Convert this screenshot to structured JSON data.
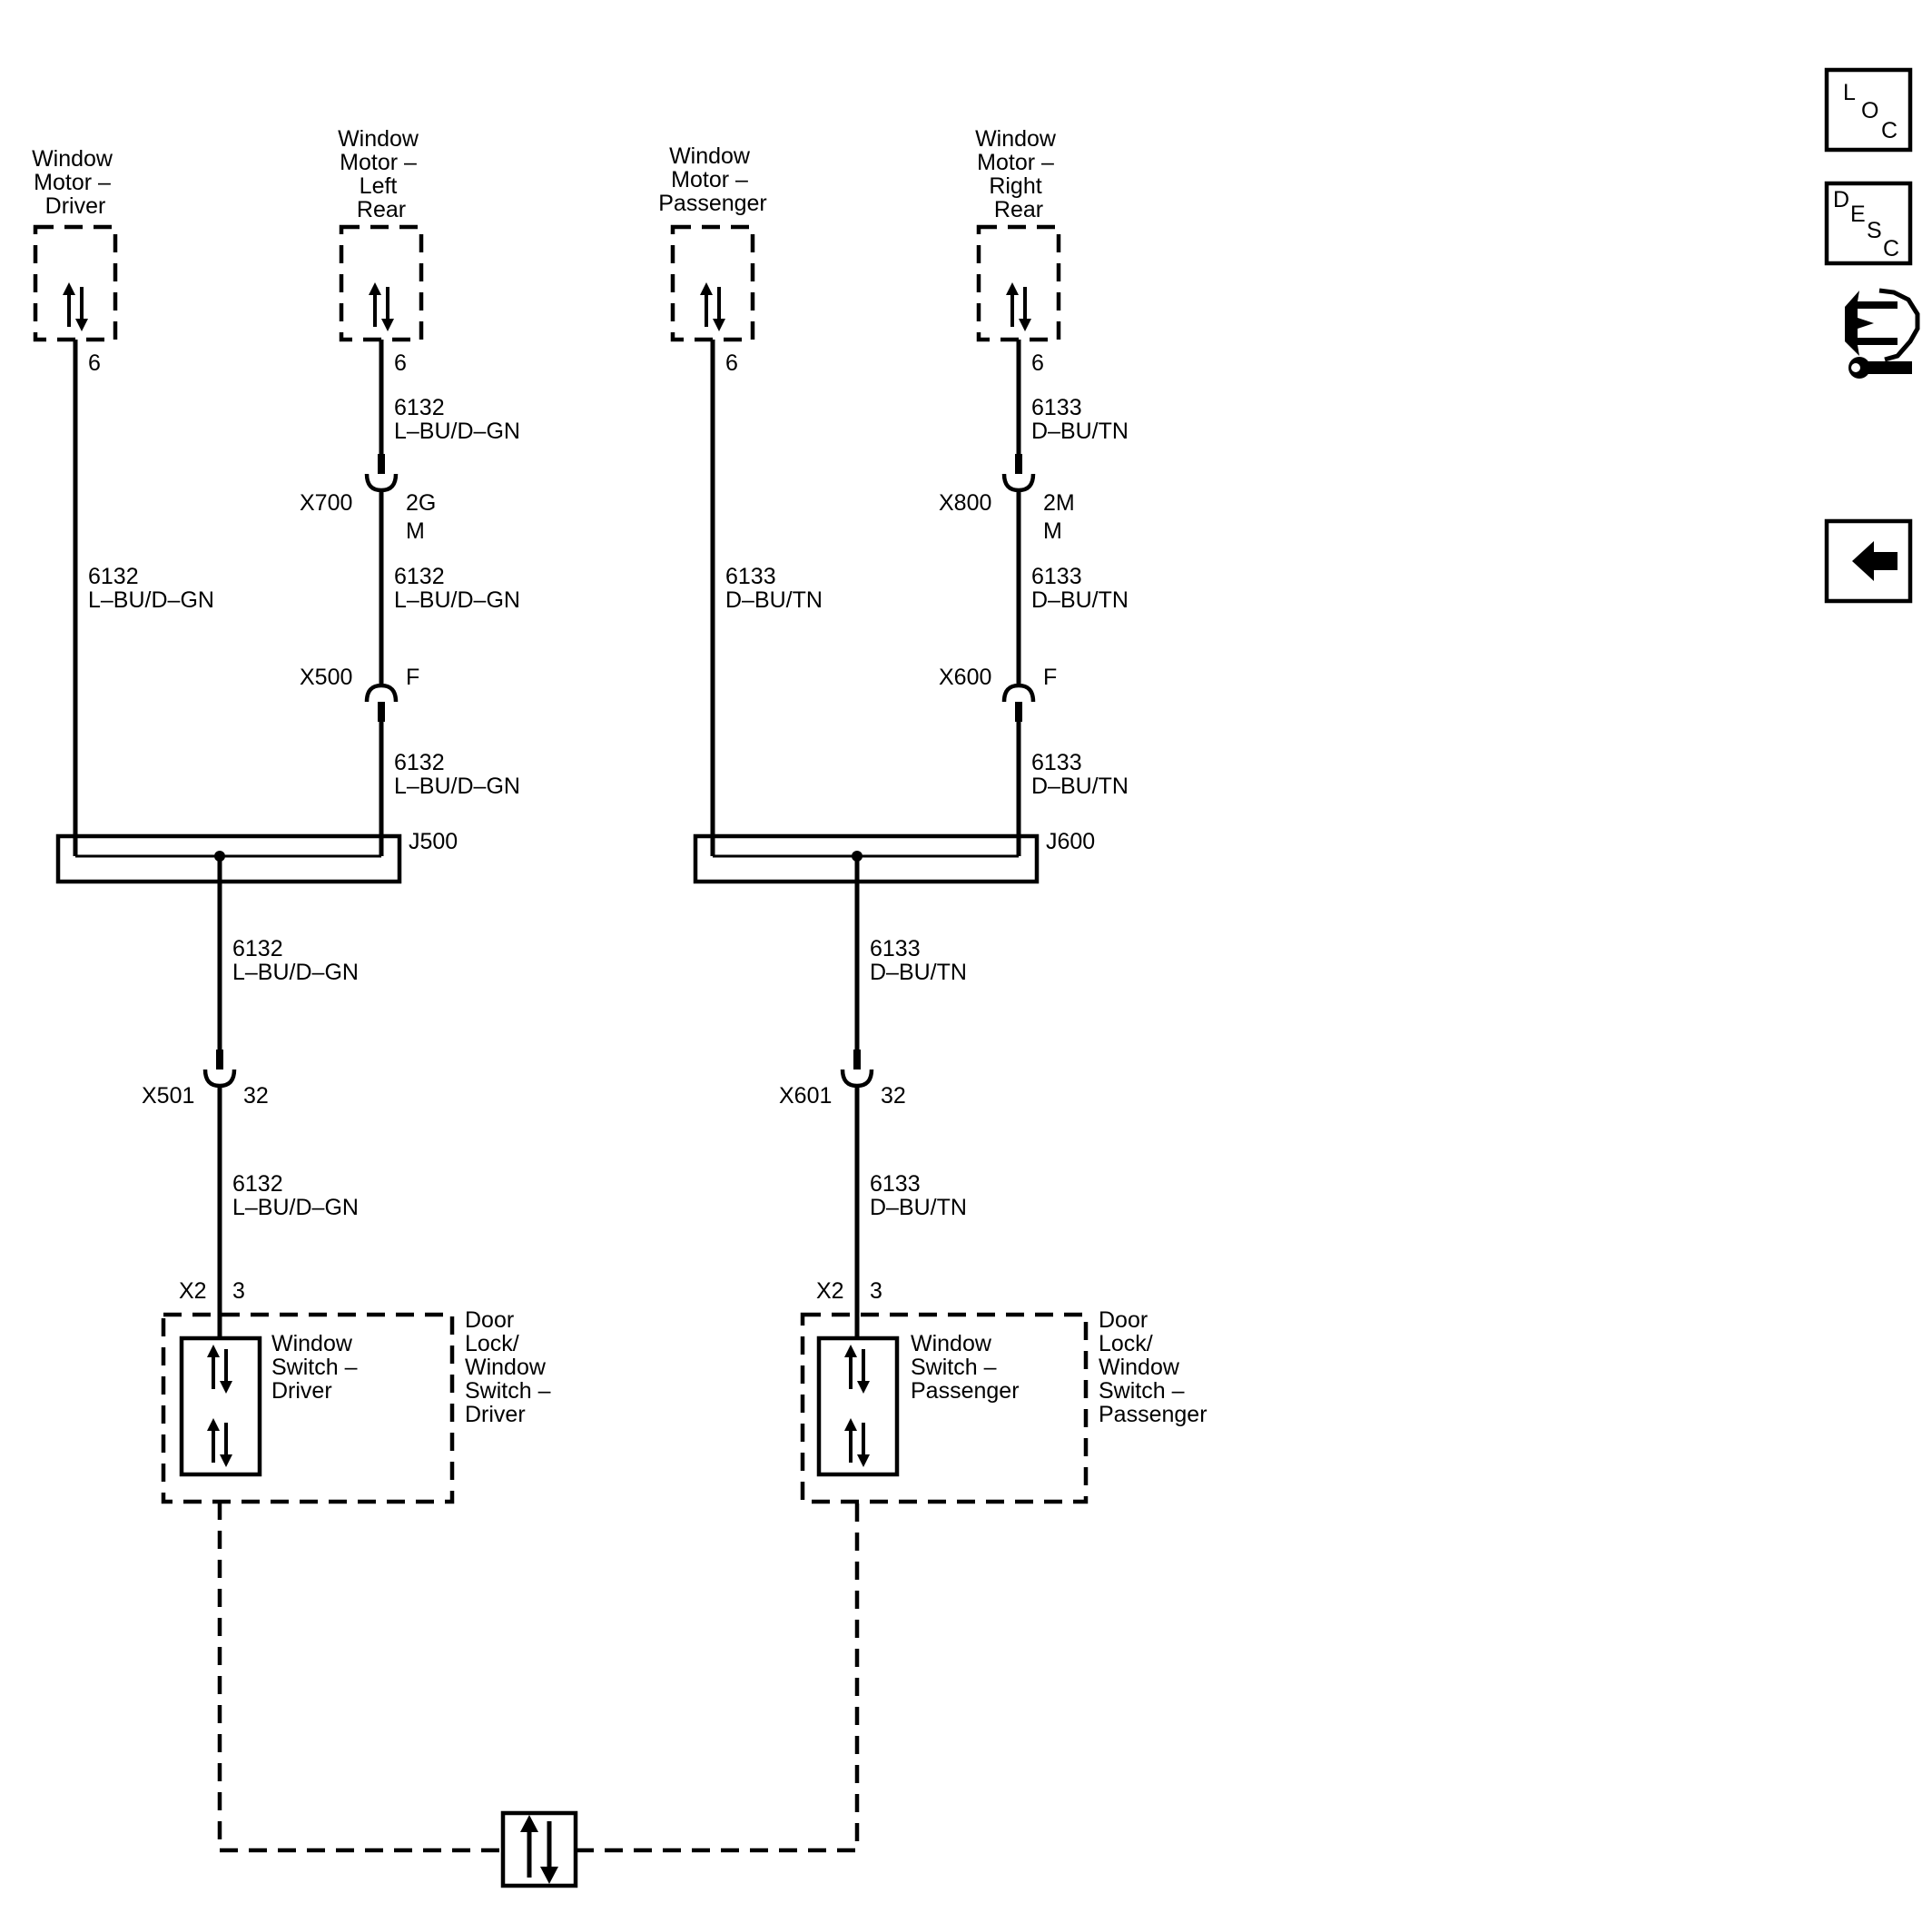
{
  "components": {
    "motor_driver": [
      "Window",
      "Motor –",
      "Driver"
    ],
    "motor_left_rear": [
      "Window",
      "Motor –",
      "Left",
      "Rear"
    ],
    "motor_passenger": [
      "Window",
      "Motor –",
      "Passenger"
    ],
    "motor_right_rear": [
      "Window",
      "Motor –",
      "Right",
      "Rear"
    ],
    "switch_driver": [
      "Window",
      "Switch –",
      "Driver"
    ],
    "switch_passenger": [
      "Window",
      "Switch –",
      "Passenger"
    ],
    "module_driver": [
      "Door",
      "Lock/",
      "Window",
      "Switch –",
      "Driver"
    ],
    "module_passenger": [
      "Door",
      "Lock/",
      "Window",
      "Switch –",
      "Passenger"
    ]
  },
  "pins": {
    "motor_driver": "6",
    "motor_left_rear": "6",
    "motor_passenger": "6",
    "motor_right_rear": "6",
    "switch_driver_connector": "X2",
    "switch_driver_pin": "3",
    "switch_passenger_connector": "X2",
    "switch_passenger_pin": "3"
  },
  "connectors": {
    "x700": {
      "name": "X700",
      "pin": "2G",
      "gender": "M"
    },
    "x500": {
      "name": "X500",
      "pin": "F"
    },
    "x800": {
      "name": "X800",
      "pin": "2M",
      "gender": "M"
    },
    "x600": {
      "name": "X600",
      "pin": "F"
    },
    "x501": {
      "name": "X501",
      "pin": "32"
    },
    "x601": {
      "name": "X601",
      "pin": "32"
    }
  },
  "splices": {
    "j500": "J500",
    "j600": "J600"
  },
  "circuits": {
    "c6132": {
      "number": "6132",
      "color": "L–BU/D–GN"
    },
    "c6133": {
      "number": "6133",
      "color": "D–BU/TN"
    }
  },
  "nav": {
    "loc": {
      "l1": "L",
      "l2": "O",
      "l3": "C"
    },
    "desc": {
      "l1": "D",
      "l2": "E",
      "l3": "S",
      "l4": "C"
    },
    "icons": [
      "connector-end-view-icon",
      "back-arrow-icon"
    ]
  }
}
